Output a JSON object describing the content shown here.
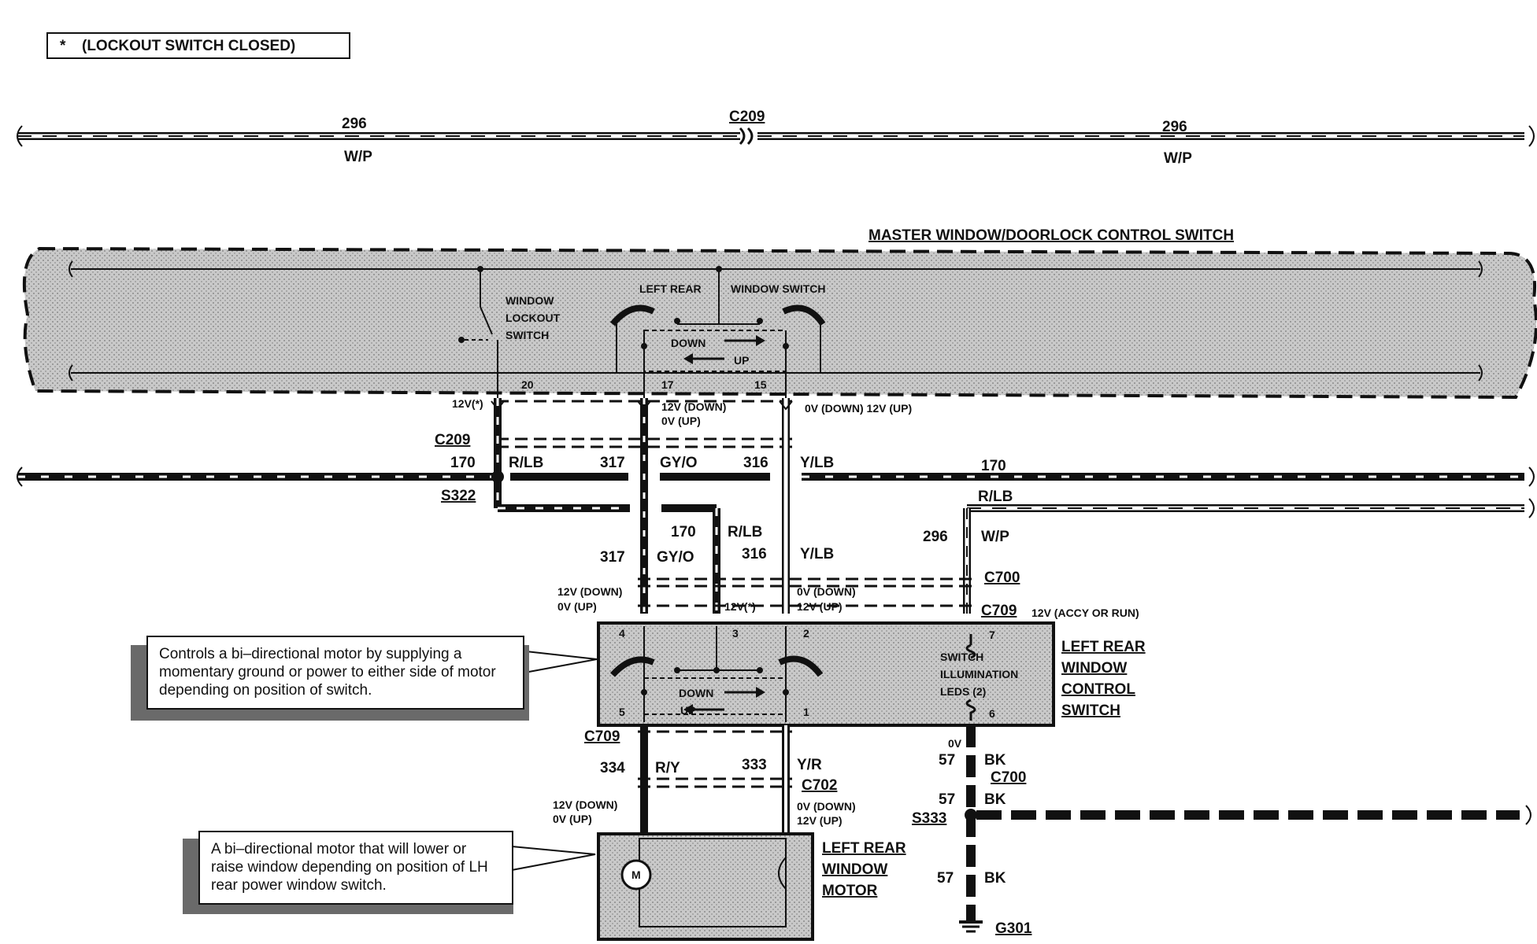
{
  "legend": "(LOCKOUT SWITCH CLOSED)",
  "legend_star": "*",
  "top_bus": {
    "left_circuit": "296",
    "left_color": "W/P",
    "connector": "C209",
    "right_circuit": "296",
    "right_color": "W/P"
  },
  "master_switch": {
    "title": "MASTER WINDOW/DOORLOCK CONTROL SWITCH",
    "lockout_label": [
      "WINDOW",
      "LOCKOUT",
      "SWITCH"
    ],
    "left_rear_label": "LEFT REAR",
    "window_switch_label": "WINDOW SWITCH",
    "down": "DOWN",
    "up": "UP",
    "pins": [
      "20",
      "17",
      "15"
    ]
  },
  "voltages": {
    "lockout": "12V(*)",
    "mid_down": "12V (DOWN)",
    "mid_up": "0V (UP)",
    "right": "0V (DOWN) 12V (UP)",
    "lower_left_down": "12V (DOWN)",
    "lower_left_up": "0V (UP)",
    "lower_mid": "12V(*)",
    "lower_right_down": "0V (DOWN)",
    "lower_right_up": "12V (UP)",
    "accy": "12V (ACCY OR RUN)",
    "motor_left_down": "12V (DOWN)",
    "motor_left_up": "0V (UP)",
    "motor_right_down": "0V (DOWN)",
    "motor_right_up": "12V (UP)",
    "ground": "0V"
  },
  "wires": {
    "c209": "C209",
    "c170": "170",
    "rlb": "R/LB",
    "c317": "317",
    "gyo": "GY/O",
    "c316": "316",
    "ylb": "Y/LB",
    "s322": "S322",
    "right170": "170",
    "right_rlb": "R/LB",
    "c296": "296",
    "wp": "W/P",
    "c700": "C700",
    "c709": "C709",
    "c334": "334",
    "ry": "R/Y",
    "c333": "333",
    "yr": "Y/R",
    "c702": "C702",
    "c57": "57",
    "bk": "BK",
    "s333": "S333",
    "g301": "G301"
  },
  "lr_switch": {
    "title": [
      "LEFT REAR",
      "WINDOW",
      "CONTROL",
      "SWITCH"
    ],
    "pins": [
      "4",
      "3",
      "2",
      "7",
      "5",
      "1",
      "6"
    ],
    "illum": [
      "SWITCH",
      "ILLUMINATION",
      "LEDS (2)"
    ],
    "down": "DOWN",
    "up": "UP"
  },
  "motor": {
    "title": [
      "LEFT REAR",
      "WINDOW",
      "MOTOR"
    ],
    "symbol": "M"
  },
  "callouts": {
    "switch": "Controls a bi–directional motor by supplying a momentary ground or power to either side of motor depending on position of switch.",
    "motor": "A bi–directional motor that will lower or raise window depending on position of LH rear power window switch."
  }
}
